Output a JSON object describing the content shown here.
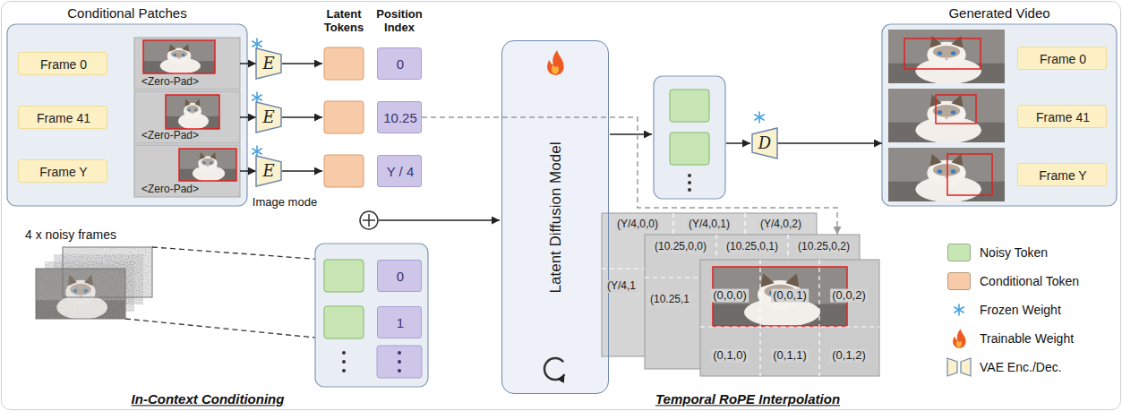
{
  "diagram": {
    "nodes": [
      {
        "text": [
          "Conditional Patches"
        ]
      },
      {
        "text": [
          "Frame 0"
        ],
        "in": 0
      },
      {
        "text": [
          "<Zero-Pad>"
        ],
        "in": 0
      },
      {
        "text": [
          "Frame 41"
        ],
        "in": 0
      },
      {
        "text": [
          "<Zero-Pad>"
        ],
        "in": 0
      },
      {
        "text": [
          "Frame Y"
        ],
        "in": 0
      },
      {
        "text": [
          "<Zero-Pad>"
        ],
        "in": 0
      },
      {
        "text": [
          "E"
        ]
      },
      {
        "text": [
          "E"
        ]
      },
      {
        "text": [
          "E"
        ]
      },
      {
        "text": [
          "0"
        ]
      },
      {
        "text": [
          "10.25"
        ]
      },
      {
        "text": [
          "Y / 4"
        ]
      },
      {
        "text": [
          "0"
        ]
      },
      {
        "text": [
          "1"
        ]
      },
      {
        "text": [
          "Latent Diffusion Model"
        ]
      },
      {
        "text": [
          "(Y/4,0,0)",
          "(Y/4,0,1)",
          "(Y/4,0,2)",
          "(Y/4,1"
        ]
      },
      {
        "text": [
          "(10.25,0,0)",
          "(10.25,0,1)",
          "(10.25,0,2)",
          "(10.25,1"
        ]
      },
      {
        "text": [
          "(0,0,0)",
          "(0,0,1)",
          "(0,0,2)",
          "(0,1,0)",
          "(0,1,1)",
          "(0,1,2)"
        ]
      },
      {
        "text": [
          "D"
        ]
      },
      {
        "text": [
          "Generated Video"
        ]
      },
      {
        "text": [
          "Frame 0"
        ],
        "in": 20
      },
      {
        "text": [
          "Frame 41"
        ],
        "in": 20
      },
      {
        "text": [
          "Frame Y"
        ],
        "in": 20
      }
    ],
    "edges": [
      {
        "from": 2,
        "to": 7,
        "arrow": "to"
      },
      {
        "from": 4,
        "to": 8,
        "arrow": "to"
      },
      {
        "from": 6,
        "to": 9,
        "arrow": "to"
      },
      {
        "from": 11,
        "to": 17,
        "arrow": "to"
      },
      {
        "from": 19,
        "to": 20,
        "arrow": "to"
      }
    ],
    "labels": [
      "Latent Tokens",
      "Position Index",
      "Image mode",
      "4 x noisy frames",
      "In-Context Conditioning",
      "Temporal RoPE Interpolation"
    ],
    "legend": [
      {
        "text": "Noisy Token",
        "color": "#c8e6b4"
      },
      {
        "text": "Conditional Token",
        "color": "#f8cba8"
      },
      {
        "text": "Frozen Weight"
      },
      {
        "text": "Trainable Weight"
      },
      {
        "text": "VAE Enc./Dec."
      }
    ]
  }
}
